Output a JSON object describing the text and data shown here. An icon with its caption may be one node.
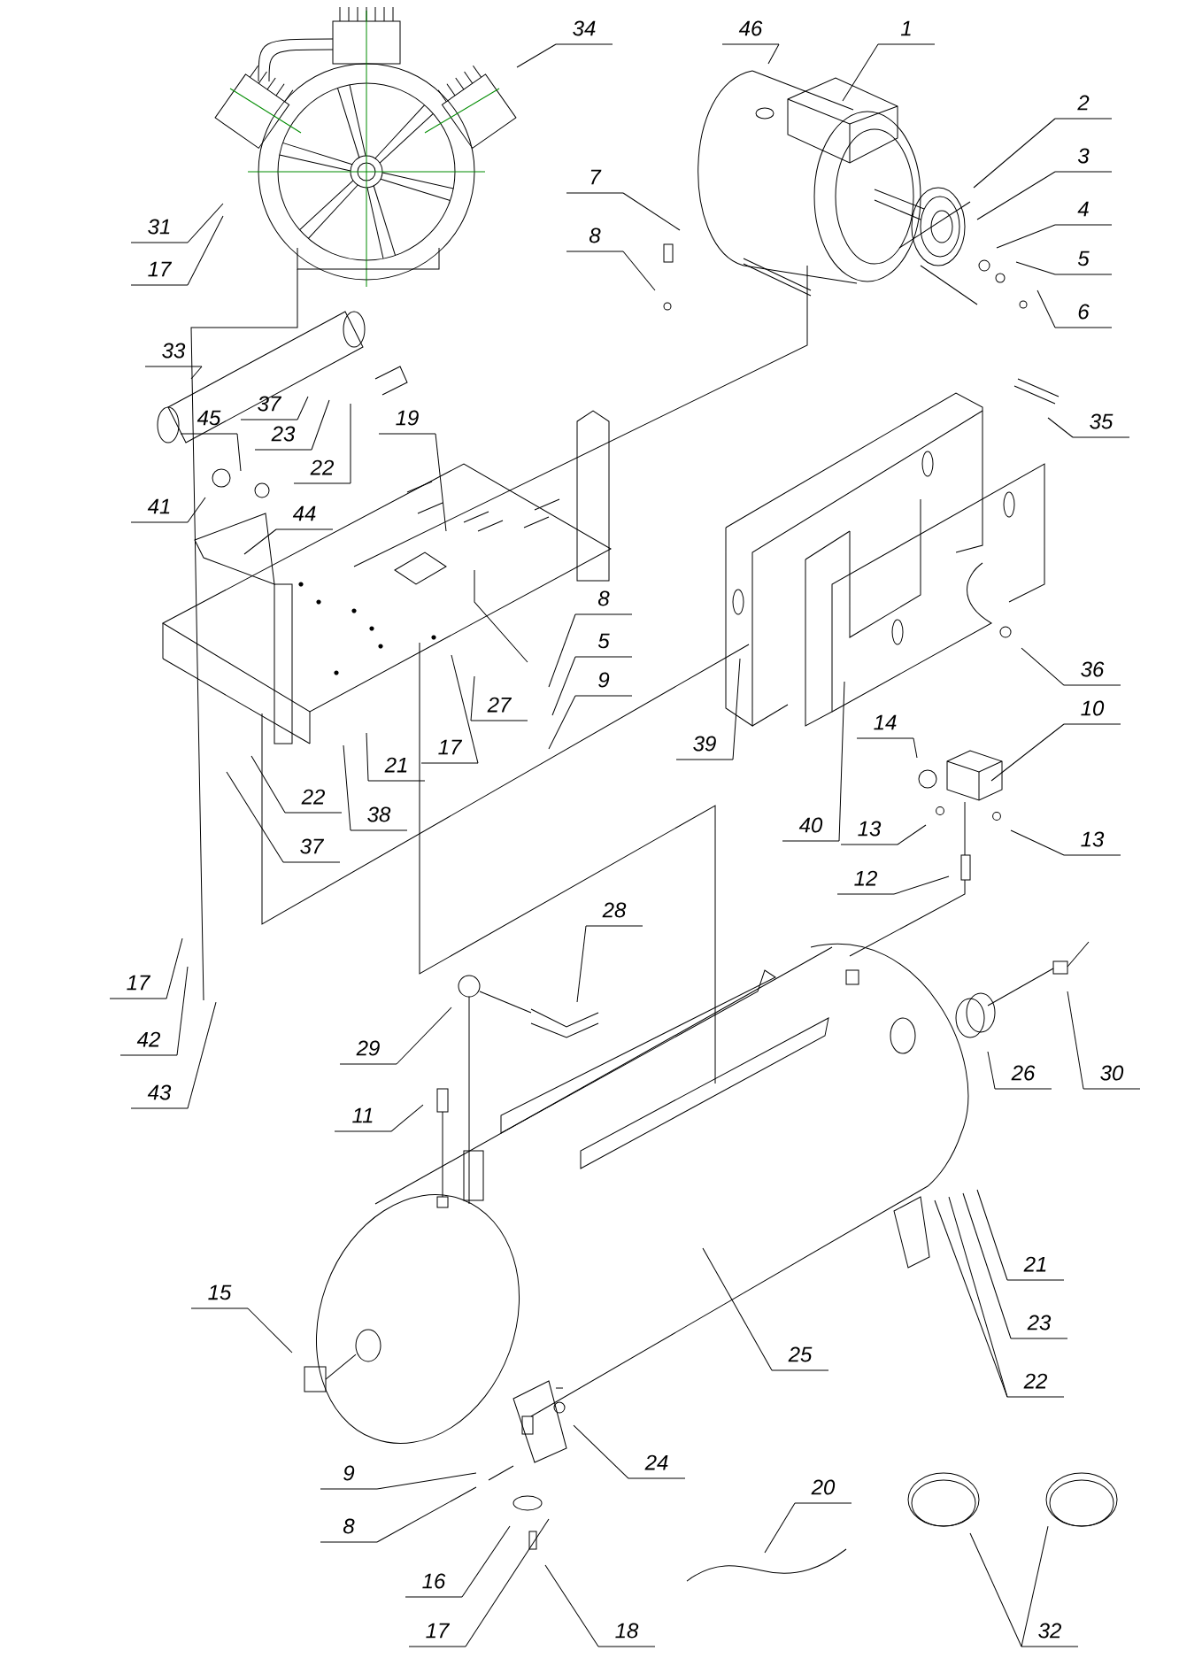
{
  "diagram": {
    "nodes": [
      {
        "text": [
          "34"
        ]
      },
      {
        "text": [
          "46"
        ]
      },
      {
        "text": [
          "1"
        ]
      },
      {
        "text": [
          "2"
        ]
      },
      {
        "text": [
          "3"
        ]
      },
      {
        "text": [
          "4"
        ]
      },
      {
        "text": [
          "5"
        ]
      },
      {
        "text": [
          "6"
        ]
      },
      {
        "text": [
          "7"
        ]
      },
      {
        "text": [
          "8"
        ]
      },
      {
        "text": [
          "31"
        ]
      },
      {
        "text": [
          "17"
        ]
      },
      {
        "text": [
          "33"
        ]
      },
      {
        "text": [
          "37"
        ]
      },
      {
        "text": [
          "23"
        ]
      },
      {
        "text": [
          "22"
        ]
      },
      {
        "text": [
          "45"
        ]
      },
      {
        "text": [
          "41"
        ]
      },
      {
        "text": [
          "44"
        ]
      },
      {
        "text": [
          "19"
        ]
      },
      {
        "text": [
          "35"
        ]
      },
      {
        "text": [
          "8"
        ]
      },
      {
        "text": [
          "5"
        ]
      },
      {
        "text": [
          "9"
        ]
      },
      {
        "text": [
          "27"
        ]
      },
      {
        "text": [
          "17"
        ]
      },
      {
        "text": [
          "21"
        ]
      },
      {
        "text": [
          "22"
        ]
      },
      {
        "text": [
          "38"
        ]
      },
      {
        "text": [
          "37"
        ]
      },
      {
        "text": [
          "39"
        ]
      },
      {
        "text": [
          "36"
        ]
      },
      {
        "text": [
          "14"
        ]
      },
      {
        "text": [
          "10"
        ]
      },
      {
        "text": [
          "13"
        ]
      },
      {
        "text": [
          "13"
        ]
      },
      {
        "text": [
          "12"
        ]
      },
      {
        "text": [
          "40"
        ]
      },
      {
        "text": [
          "17"
        ]
      },
      {
        "text": [
          "42"
        ]
      },
      {
        "text": [
          "43"
        ]
      },
      {
        "text": [
          "28"
        ]
      },
      {
        "text": [
          "29"
        ]
      },
      {
        "text": [
          "11"
        ]
      },
      {
        "text": [
          "26"
        ]
      },
      {
        "text": [
          "30"
        ]
      },
      {
        "text": [
          "21"
        ]
      },
      {
        "text": [
          "23"
        ]
      },
      {
        "text": [
          "22"
        ]
      },
      {
        "text": [
          "25"
        ]
      },
      {
        "text": [
          "15"
        ]
      },
      {
        "text": [
          "24"
        ]
      },
      {
        "text": [
          "9"
        ]
      },
      {
        "text": [
          "8"
        ]
      },
      {
        "text": [
          "16"
        ]
      },
      {
        "text": [
          "17"
        ]
      },
      {
        "text": [
          "18"
        ]
      },
      {
        "text": [
          "20"
        ]
      },
      {
        "text": [
          "32"
        ]
      }
    ],
    "edges": [
      {
        "from": 0,
        "to": null,
        "arrow": "none"
      },
      {
        "from": 1,
        "to": null,
        "arrow": "none"
      },
      {
        "from": 2,
        "to": null,
        "arrow": "none"
      },
      {
        "from": 3,
        "to": null,
        "arrow": "none"
      },
      {
        "from": 4,
        "to": null,
        "arrow": "none"
      },
      {
        "from": 5,
        "to": null,
        "arrow": "none"
      },
      {
        "from": 6,
        "to": null,
        "arrow": "none"
      },
      {
        "from": 7,
        "to": null,
        "arrow": "none"
      },
      {
        "from": 8,
        "to": null,
        "arrow": "none"
      },
      {
        "from": 9,
        "to": null,
        "arrow": "none"
      },
      {
        "from": 10,
        "to": null,
        "arrow": "none"
      },
      {
        "from": 11,
        "to": null,
        "arrow": "none"
      },
      {
        "from": 12,
        "to": null,
        "arrow": "none"
      },
      {
        "from": 13,
        "to": null,
        "arrow": "none"
      },
      {
        "from": 14,
        "to": null,
        "arrow": "none"
      },
      {
        "from": 15,
        "to": null,
        "arrow": "none"
      },
      {
        "from": 16,
        "to": null,
        "arrow": "none"
      },
      {
        "from": 17,
        "to": null,
        "arrow": "none"
      },
      {
        "from": 18,
        "to": null,
        "arrow": "none"
      },
      {
        "from": 19,
        "to": null,
        "arrow": "none"
      },
      {
        "from": 20,
        "to": null,
        "arrow": "none"
      },
      {
        "from": 21,
        "to": null,
        "arrow": "none"
      },
      {
        "from": 22,
        "to": null,
        "arrow": "none"
      },
      {
        "from": 23,
        "to": null,
        "arrow": "none"
      },
      {
        "from": 24,
        "to": null,
        "arrow": "none"
      },
      {
        "from": 25,
        "to": null,
        "arrow": "none"
      },
      {
        "from": 26,
        "to": null,
        "arrow": "none"
      },
      {
        "from": 27,
        "to": null,
        "arrow": "none"
      },
      {
        "from": 28,
        "to": null,
        "arrow": "none"
      },
      {
        "from": 29,
        "to": null,
        "arrow": "none"
      },
      {
        "from": 30,
        "to": null,
        "arrow": "none"
      },
      {
        "from": 31,
        "to": null,
        "arrow": "none"
      },
      {
        "from": 32,
        "to": null,
        "arrow": "none"
      },
      {
        "from": 33,
        "to": null,
        "arrow": "none"
      },
      {
        "from": 34,
        "to": null,
        "arrow": "none"
      },
      {
        "from": 35,
        "to": null,
        "arrow": "none"
      },
      {
        "from": 36,
        "to": null,
        "arrow": "none"
      },
      {
        "from": 37,
        "to": null,
        "arrow": "none"
      },
      {
        "from": 38,
        "to": null,
        "arrow": "none"
      },
      {
        "from": 39,
        "to": null,
        "arrow": "none"
      },
      {
        "from": 40,
        "to": null,
        "arrow": "none"
      },
      {
        "from": 41,
        "to": null,
        "arrow": "none"
      },
      {
        "from": 42,
        "to": null,
        "arrow": "none"
      },
      {
        "from": 43,
        "to": null,
        "arrow": "none"
      },
      {
        "from": 44,
        "to": null,
        "arrow": "none"
      },
      {
        "from": 45,
        "to": null,
        "arrow": "none"
      },
      {
        "from": 46,
        "to": null,
        "arrow": "none"
      },
      {
        "from": 47,
        "to": null,
        "arrow": "none"
      },
      {
        "from": 48,
        "to": null,
        "arrow": "none"
      },
      {
        "from": 48,
        "to": null,
        "arrow": "none"
      },
      {
        "from": 49,
        "to": null,
        "arrow": "none"
      },
      {
        "from": 50,
        "to": null,
        "arrow": "none"
      },
      {
        "from": 51,
        "to": null,
        "arrow": "none"
      },
      {
        "from": 52,
        "to": null,
        "arrow": "none"
      },
      {
        "from": 53,
        "to": null,
        "arrow": "none"
      },
      {
        "from": 54,
        "to": null,
        "arrow": "none"
      },
      {
        "from": 55,
        "to": null,
        "arrow": "none"
      },
      {
        "from": 56,
        "to": null,
        "arrow": "none"
      },
      {
        "from": 57,
        "to": null,
        "arrow": "none"
      },
      {
        "from": 58,
        "to": null,
        "arrow": "none"
      },
      {
        "from": 58,
        "to": null,
        "arrow": "none"
      }
    ]
  }
}
